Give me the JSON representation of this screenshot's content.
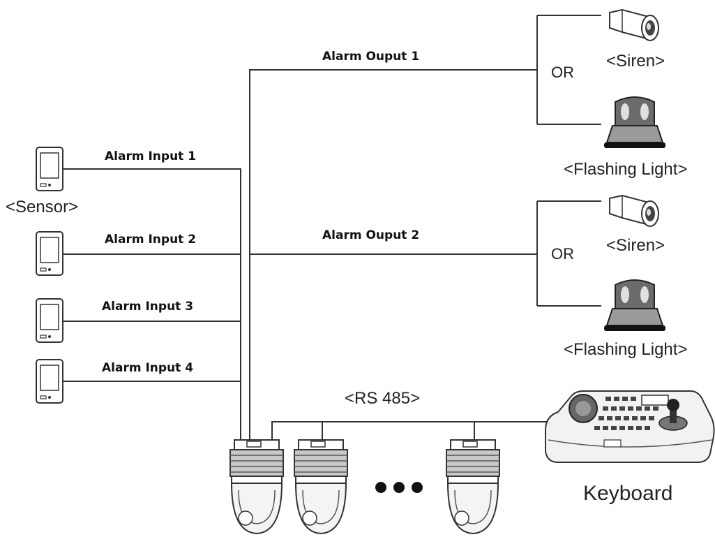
{
  "labels": {
    "alarm_output_1": "Alarm Ouput 1",
    "alarm_output_2": "Alarm Ouput 2",
    "alarm_input_1": "Alarm Input 1",
    "alarm_input_2": "Alarm Input 2",
    "alarm_input_3": "Alarm Input 3",
    "alarm_input_4": "Alarm Input 4",
    "sensor": "<Sensor>",
    "or_1": "OR",
    "or_2": "OR",
    "siren_1": "<Siren>",
    "siren_2": "<Siren>",
    "flashing_light_1": "<Flashing Light>",
    "flashing_light_2": "<Flashing Light>",
    "rs485": "<RS 485>",
    "keyboard": "Keyboard"
  },
  "icons": {
    "sensor": "sensor-icon",
    "siren": "siren-icon",
    "flashing_light": "flashing-light-icon",
    "camera": "dome-camera-icon",
    "keyboard": "controller-keyboard-icon",
    "ellipsis": "ellipsis-icon"
  },
  "colors": {
    "line": "#333333",
    "text": "#111111"
  }
}
